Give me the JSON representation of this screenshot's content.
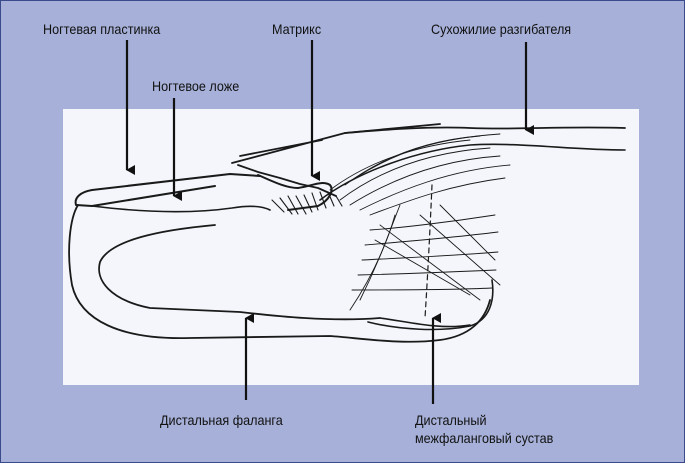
{
  "labels": {
    "nail_plate": "Ногтевая пластинка",
    "matrix": "Матрикс",
    "extensor_tendon": "Сухожилие разгибателя",
    "nail_bed": "Ногтевое ложе",
    "distal_phalanx": "Дистальная фаланга",
    "dip_joint_line1": "Дистальный",
    "dip_joint_line2": "межфаланговый сустав"
  },
  "colors": {
    "background": "#a6b0d8",
    "panel": "#f4f6fb",
    "ink": "#1a1a1a"
  }
}
